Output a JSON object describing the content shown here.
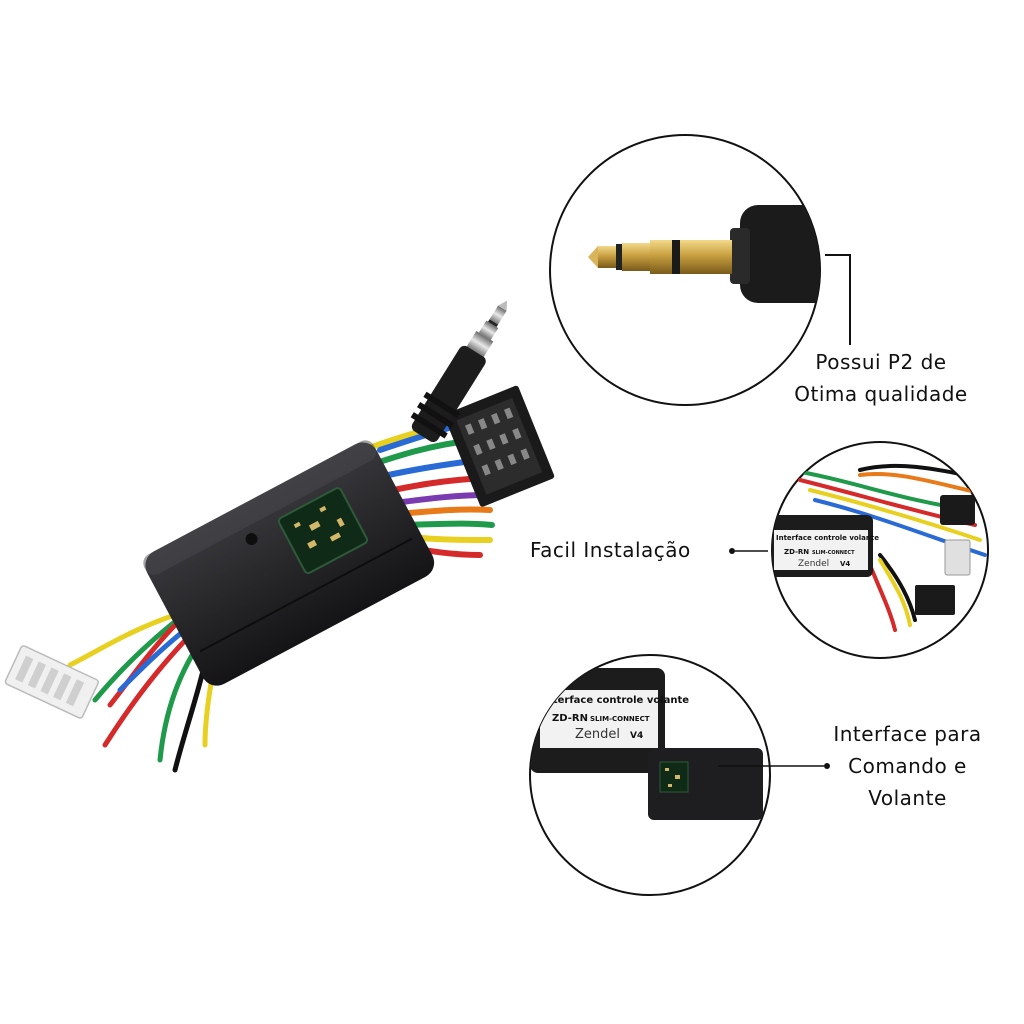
{
  "callouts": {
    "p2": {
      "line1": "Possui P2 de",
      "line2": "Otima qualidade"
    },
    "install": {
      "text": "Facil Instalação"
    },
    "interface": {
      "line1": "Interface para",
      "line2": "Comando e",
      "line3": "Volante"
    }
  },
  "product_label": {
    "line1": "Interface controle volante",
    "model": "ZD-RN",
    "variant": "SLIM-CONNECT",
    "brand": "Zendel",
    "version": "V4"
  },
  "colors": {
    "module_body": "#1e1e20",
    "circle_stroke": "#111111",
    "plug_gold": "#c8a040",
    "wire_red": "#d42a2a",
    "wire_green": "#1e9a4a",
    "wire_yellow": "#e8d020",
    "wire_blue": "#2a6ad4",
    "wire_orange": "#e87a1a",
    "wire_purple": "#7a3ab0"
  }
}
